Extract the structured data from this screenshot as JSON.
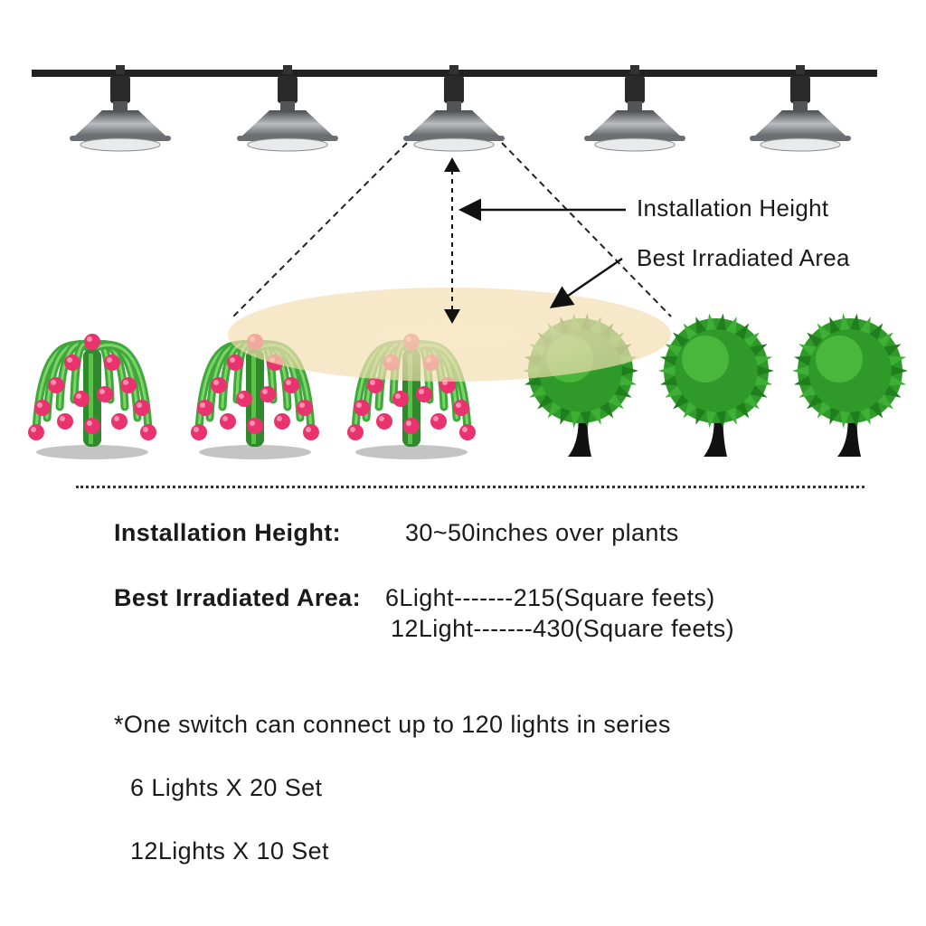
{
  "callouts": {
    "installation_height": "Installation Height",
    "best_area": "Best Irradiated Area"
  },
  "specs": {
    "height_label": "Installation Height:",
    "height_value": "30~50inches over plants",
    "area_label": "Best Irradiated Area:",
    "area_6": "6Light-------215(Square feets)",
    "area_12": "12Light-------430(Square feets)",
    "note": "*One switch can connect up to 120 lights in series",
    "set_6": "6 Lights X 20 Set",
    "set_12": "12Lights X 10 Set"
  },
  "illustration": {
    "lamp_count": 5,
    "plants": [
      "dragon-fruit",
      "dragon-fruit",
      "dragon-fruit",
      "tree",
      "tree",
      "tree"
    ],
    "colors": {
      "rail": "#222222",
      "lamp_body": "#7d7f82",
      "irradiated_area": "#f3ddb0",
      "cactus_green": "#3fa83a",
      "fruit_pink": "#e8336e",
      "tree_green": "#2f9a2a",
      "trunk": "#111111"
    }
  }
}
